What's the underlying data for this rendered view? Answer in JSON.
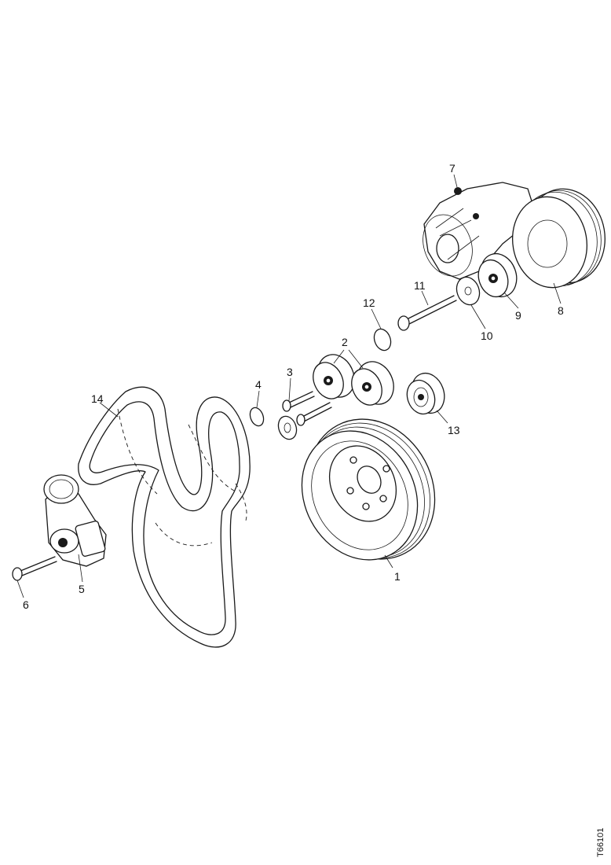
{
  "figure_ref": "T66101",
  "callouts": [
    {
      "id": "1",
      "label": "1"
    },
    {
      "id": "2",
      "label": "2"
    },
    {
      "id": "3",
      "label": "3"
    },
    {
      "id": "4",
      "label": "4"
    },
    {
      "id": "5",
      "label": "5"
    },
    {
      "id": "6",
      "label": "6"
    },
    {
      "id": "7",
      "label": "7"
    },
    {
      "id": "8",
      "label": "8"
    },
    {
      "id": "9",
      "label": "9"
    },
    {
      "id": "10",
      "label": "10"
    },
    {
      "id": "11",
      "label": "11"
    },
    {
      "id": "12",
      "label": "12"
    },
    {
      "id": "13",
      "label": "13"
    },
    {
      "id": "14",
      "label": "14"
    }
  ]
}
